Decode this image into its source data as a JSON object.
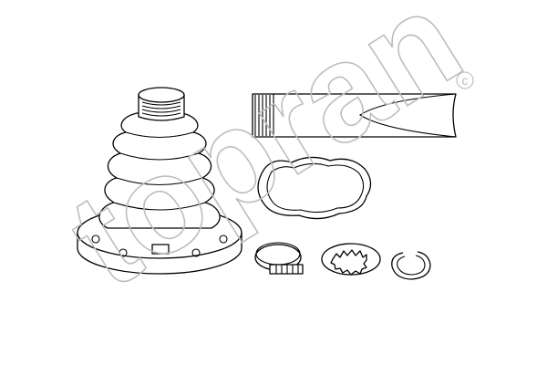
{
  "watermark": {
    "text": "topran",
    "symbol": "©",
    "color": "#bdbdbd"
  },
  "parts": [
    "cv-joint-boot",
    "grease-tube",
    "seal-gasket",
    "hose-clamp",
    "toothed-washer",
    "circlip"
  ]
}
